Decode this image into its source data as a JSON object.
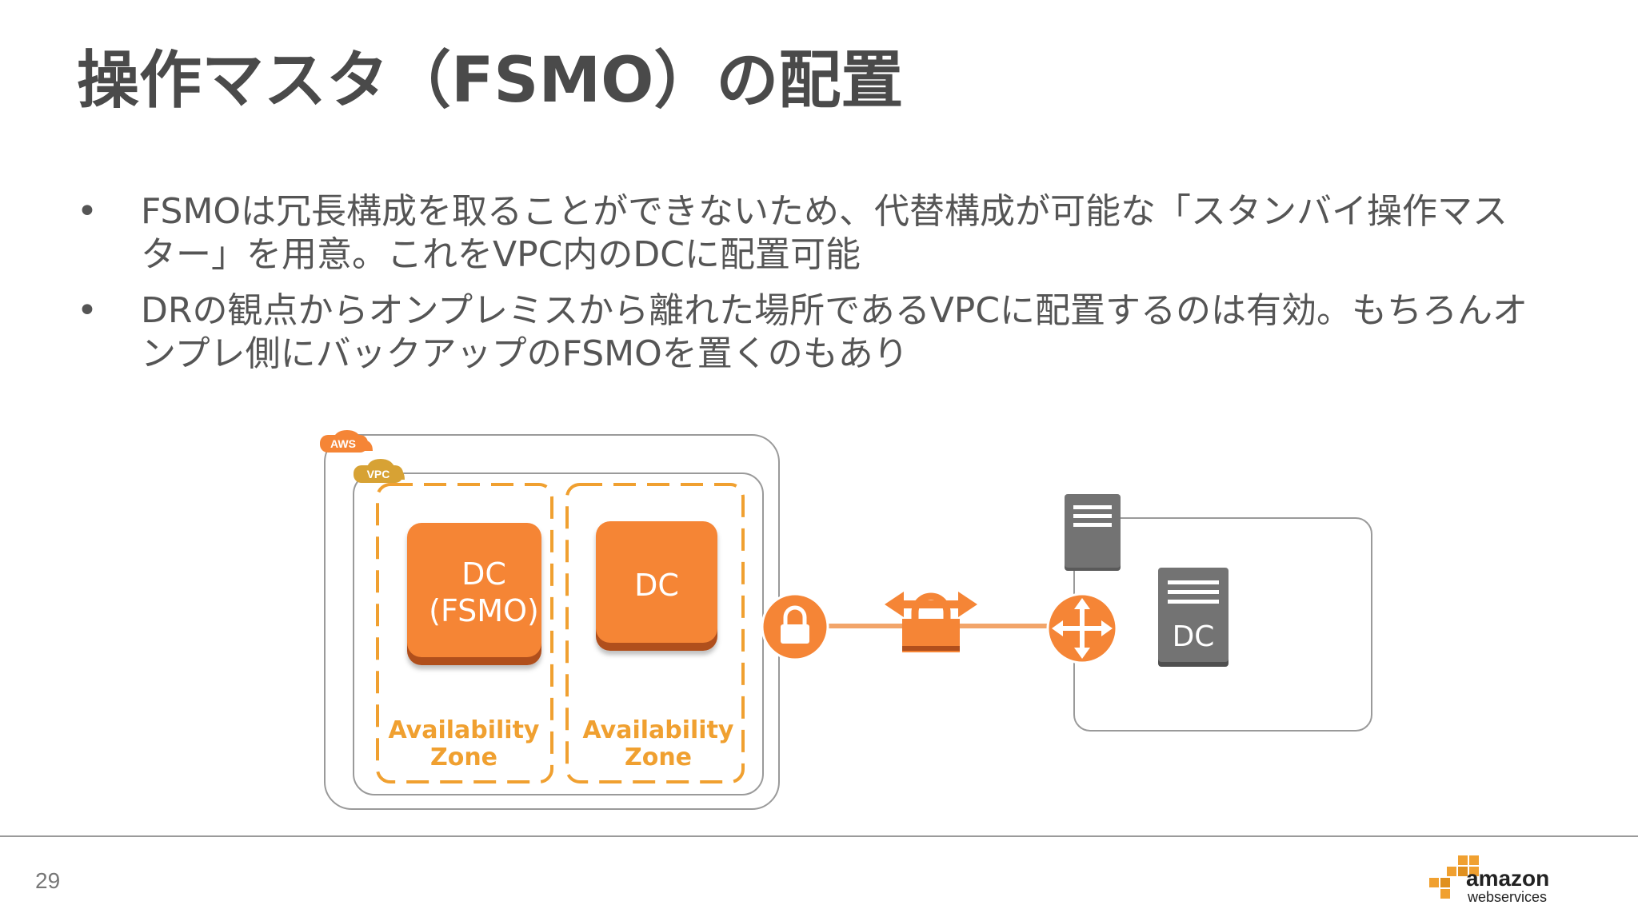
{
  "slide": {
    "title": "操作マスタ（FSMO）の配置",
    "bullet_marker": "•",
    "bullets": [
      "FSMOは冗長構成を取ることができないため、代替構成が可能な「スタンバイ操作マスター」を用意。これをVPC内のDCに配置可能",
      "DRの観点からオンプレミスから離れた場所であるVPCに配置するのは有効。もちろんオンプレ側にバックアップのFSMOを置くのもあり"
    ],
    "page_number": "29"
  },
  "diagram": {
    "aws_badge": "AWS",
    "vpc_badge": "VPC",
    "dc_fsmo_line1": "DC",
    "dc_fsmo_line2": "(FSMO)",
    "dc2_label": "DC",
    "az1_line1": "Availability",
    "az1_line2": "Zone",
    "az2_line1": "Availability",
    "az2_line2": "Zone",
    "onprem_dc_label": "DC"
  },
  "logo": {
    "line1": "amazon",
    "line2": "webservices"
  },
  "colors": {
    "orange": "#f58536",
    "orange_dark": "#c0551e",
    "az_dash": "#f0a030",
    "gray_server": "#707070"
  }
}
